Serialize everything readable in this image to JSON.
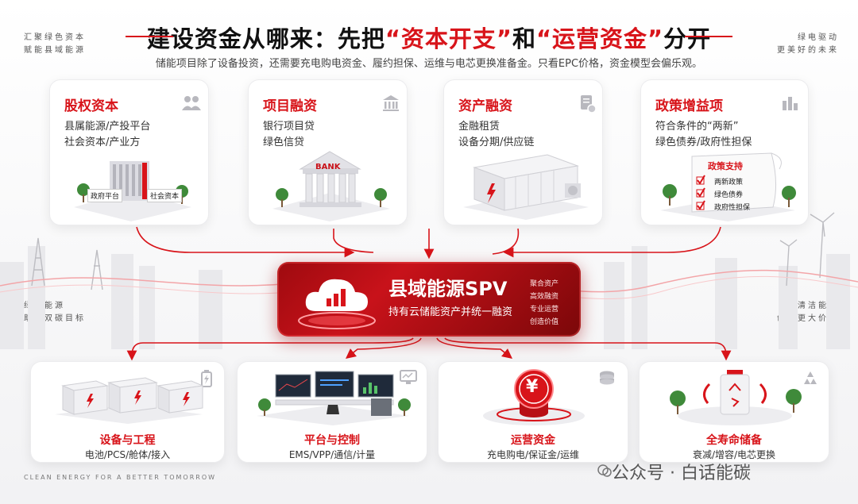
{
  "header": {
    "title_part1": "建设资金从哪来：先把",
    "title_part2": "“资本开支”",
    "title_part3": "和",
    "title_part4": "“运营资金”",
    "title_part5": "分开",
    "subtitle": "储能项目除了设备投资，还需要充电购电资金、履约担保、运维与电芯更换准备金。只看EPC价格，资金模型会偏乐观。"
  },
  "corners": {
    "top_left": [
      "汇聚绿色资本",
      "赋能县域能源"
    ],
    "top_right": [
      "绿电驱动",
      "更美好的未来"
    ],
    "mid_left": [
      "绿色能源",
      "助力双碳目标"
    ],
    "mid_right": [
      "清洁能源",
      "创造更大价值"
    ]
  },
  "top_cards": [
    {
      "title": "股权资本",
      "lines": [
        "县属能源/产投平台",
        "社会资本/产业方"
      ],
      "icon": "people-icon",
      "tags": [
        "政府平台",
        "社会资本"
      ]
    },
    {
      "title": "项目融资",
      "lines": [
        "银行项目贷",
        "绿色信贷"
      ],
      "icon": "bank-icon",
      "tag": "BANK"
    },
    {
      "title": "资产融资",
      "lines": [
        "金融租赁",
        "设备分期/供应链"
      ],
      "icon": "document-gear-icon"
    },
    {
      "title": "政策增益项",
      "lines": [
        "符合条件的“两新”",
        "绿色债券/政府性担保"
      ],
      "icon": "building-chart-icon",
      "policy": {
        "title": "政策支持",
        "items": [
          "两新政策",
          "绿色债券",
          "政府性担保"
        ]
      }
    }
  ],
  "spv": {
    "title": "县域能源SPV",
    "subtitle": "持有云储能资产并统一融资",
    "tags": [
      "聚合资产",
      "高效融资",
      "专业运营",
      "创造价值"
    ]
  },
  "bottom_cards": [
    {
      "title": "设备与工程",
      "sub": "电池/PCS/舱体/接入",
      "icon": "battery-icon"
    },
    {
      "title": "平台与控制",
      "sub": "EMS/VPP/通信/计量",
      "icon": "monitor-icon"
    },
    {
      "title": "运营资金",
      "sub": "充电购电/保证金/运维",
      "icon": "coins-icon",
      "symbol": "¥"
    },
    {
      "title": "全寿命储备",
      "sub": "衰减/增容/电芯更换",
      "icon": "recycle-icon"
    }
  ],
  "footer": {
    "tagline": "CLEAN ENERGY FOR A BETTER TOMORROW",
    "watermark": "公众号 · 白话能碳"
  },
  "colors": {
    "accent": "#d8141a",
    "dark_red": "#9e0a0f",
    "text": "#222222"
  }
}
